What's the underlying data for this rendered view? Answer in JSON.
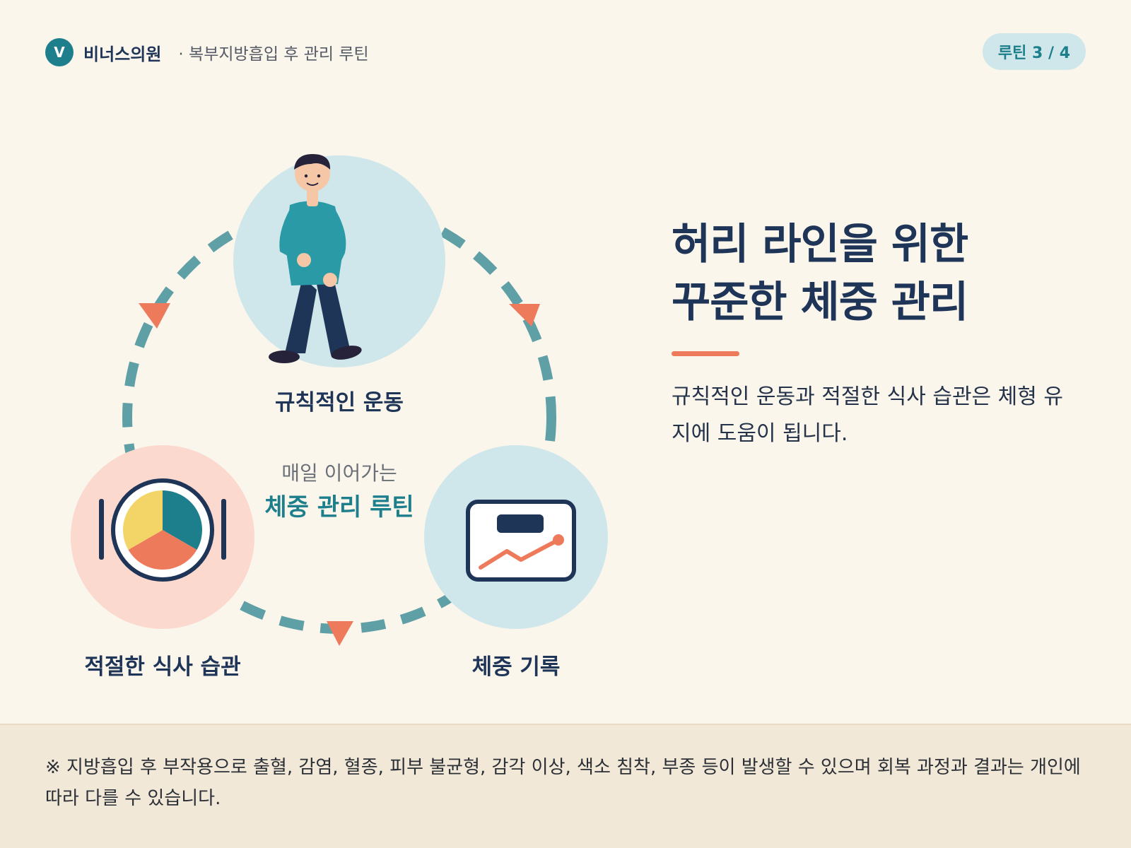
{
  "header": {
    "logo_letter": "V",
    "brand": "비너스의원",
    "subtitle": "· 복부지방흡입 후 관리 루틴",
    "badge": "루틴 3 / 4"
  },
  "cycle": {
    "step_exercise": "규칙적인 운동",
    "step_diet": "적절한 식사 습관",
    "step_weight": "체중 기록",
    "center_sub": "매일 이어가는",
    "center_main": "체중 관리 루틴"
  },
  "content": {
    "title_line1": "허리 라인을 위한",
    "title_line2": "꾸준한 체중 관리",
    "body": "규칙적인 운동과 적절한 식사 습관은 체형 유지에 도움이 됩니다."
  },
  "footer": {
    "note": "※ 지방흡입 후 부작용으로 출혈, 감염, 혈종, 피부 불균형, 감각 이상, 색소 침착, 부종 등이 발생할 수 있으며 회복 과정과 결과는 개인에 따라 다를 수 있습니다."
  },
  "colors": {
    "teal": "#1e7f8c",
    "navy": "#1f3558",
    "coral": "#ee7a5c",
    "light_teal": "#cfe7ea",
    "light_coral": "#fbd9cf",
    "yellow": "#f3d466",
    "background": "#fbf6ec"
  },
  "icons": [
    "walking-person-icon",
    "plate-icon",
    "weight-chart-icon",
    "cycle-arrow-icon"
  ]
}
